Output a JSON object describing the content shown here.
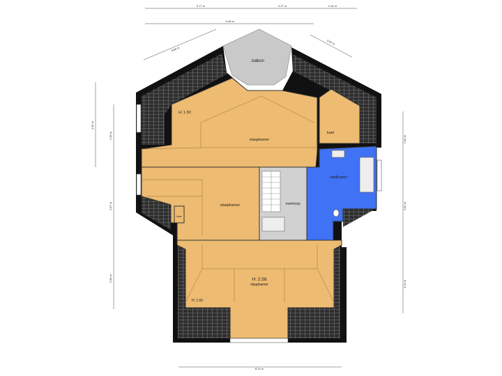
{
  "rooms": {
    "balkon": "balkon",
    "sleep_top": "slaapkamer",
    "kast": "kast",
    "badkamer": "badkamer",
    "sleep_mid": "slaapkamer",
    "overloop": "overloop",
    "kast_small": "kast",
    "sleep_bottom": "slaapkamer"
  },
  "heights": {
    "top": "H: 1.50",
    "bottom_center": "H: 2.58",
    "bottom_left": "H: 1.50"
  },
  "dimensions": {
    "top_a": "5.77 m",
    "top_b": "2.27 m",
    "top_c": "2.34 m",
    "top_total": "6.08 m",
    "diag_left": "5.80 m",
    "diag_right": "2.97 m",
    "left_outer": "4.50 m",
    "left_a": "2.58 m",
    "left_b": "3.87 m",
    "left_c": "2.88 m",
    "right_a": "2.80 m",
    "right_b": "3.82 m",
    "right_c": "3.24 m",
    "bottom": "8.10 m"
  },
  "colors": {
    "floor": "#EDBB71",
    "bathroom": "#3F72F4",
    "stairs_area": "#D1D1D1",
    "balcony": "#C9C9C9",
    "roof": "#333333",
    "wall": "#111111"
  }
}
